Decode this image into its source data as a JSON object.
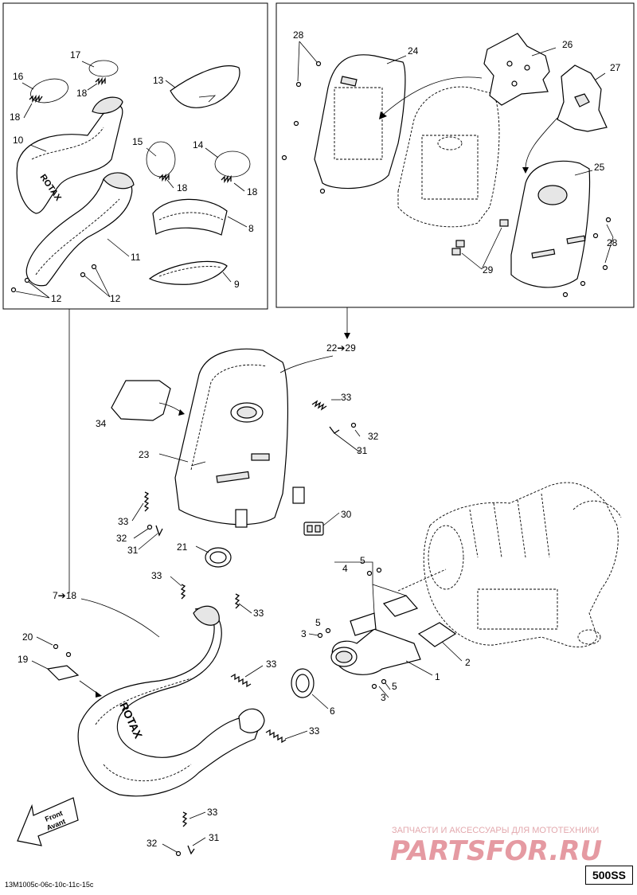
{
  "diagram": {
    "code": "13M1005c-06c-10c-11c-15c",
    "model": "500SS",
    "labels": {
      "l1": "1",
      "l2": "2",
      "l3a": "3",
      "l3b": "3",
      "l4": "4",
      "l5a": "5",
      "l5b": "5",
      "l5c": "5",
      "l6": "6",
      "l7to18": "7➔18",
      "l8": "8",
      "l9": "9",
      "l10": "10",
      "l11": "11",
      "l12a": "12",
      "l12b": "12",
      "l13": "13",
      "l14": "14",
      "l15": "15",
      "l16": "16",
      "l17": "17",
      "l18a": "18",
      "l18b": "18",
      "l18c": "18",
      "l18d": "18",
      "l19": "19",
      "l20": "20",
      "l21": "21",
      "l22to29": "22➔29",
      "l23": "23",
      "l24": "24",
      "l25": "25",
      "l26": "26",
      "l27": "27",
      "l28a": "28",
      "l28b": "28",
      "l29": "29",
      "l30": "30",
      "l31a": "31",
      "l31b": "31",
      "l31c": "31",
      "l32a": "32",
      "l32b": "32",
      "l32c": "32",
      "l33a": "33",
      "l33b": "33",
      "l33c": "33",
      "l33d": "33",
      "l33e": "33",
      "l33f": "33",
      "l33g": "33",
      "l34": "34"
    },
    "brand_marks": {
      "rotax_pipe": "ROTAX",
      "rotax_small": "ROTAX"
    },
    "front_arrow": {
      "line1": "Front",
      "line2": "Avant"
    },
    "watermark": {
      "tagline": "ЗАПЧАСТИ И АКСЕССУАРЫ ДЛЯ МОТОТЕХНИКИ",
      "brand": "PARTSFOR.RU"
    }
  }
}
